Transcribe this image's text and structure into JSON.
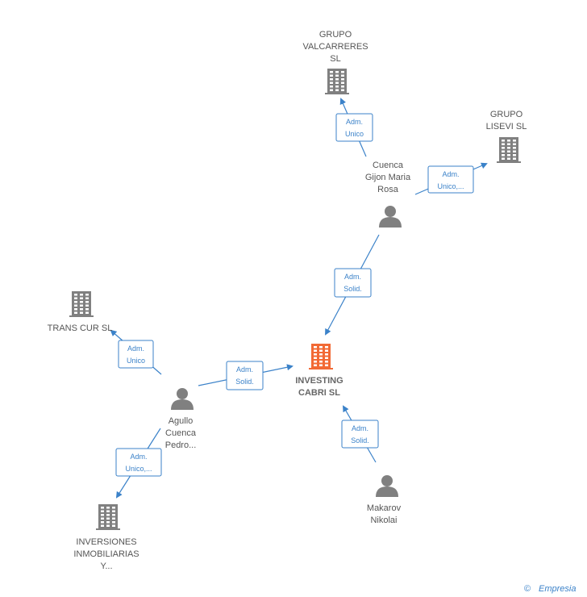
{
  "colors": {
    "company": "#808080",
    "main_company": "#f26a35",
    "person": "#808080",
    "edge": "#3b82c9"
  },
  "nodes": [
    {
      "id": "grupo-valcarreres",
      "type": "company",
      "label": [
        "GRUPO",
        "VALCARRERES",
        "SL"
      ]
    },
    {
      "id": "grupo-lisevi",
      "type": "company",
      "label": [
        "GRUPO",
        "LISEVI SL"
      ]
    },
    {
      "id": "cuenca-gijon",
      "type": "person",
      "label": [
        "Cuenca",
        "Gijon Maria",
        "Rosa"
      ]
    },
    {
      "id": "trans-cur",
      "type": "company",
      "label": [
        "TRANS CUR SL"
      ]
    },
    {
      "id": "investing-cabri",
      "type": "main",
      "label": [
        "INVESTING",
        "CABRI  SL"
      ]
    },
    {
      "id": "agullo",
      "type": "person",
      "label": [
        "Agullo",
        "Cuenca",
        "Pedro..."
      ]
    },
    {
      "id": "makarov",
      "type": "person",
      "label": [
        "Makarov",
        "Nikolai"
      ]
    },
    {
      "id": "inversiones",
      "type": "company",
      "label": [
        "INVERSIONES",
        "INMOBILIARIAS",
        "Y..."
      ]
    }
  ],
  "edges": [
    {
      "id": "e1",
      "label": [
        "Adm.",
        "Unico"
      ]
    },
    {
      "id": "e2",
      "label": [
        "Adm.",
        "Unico,..."
      ]
    },
    {
      "id": "e3",
      "label": [
        "Adm.",
        "Solid."
      ]
    },
    {
      "id": "e4",
      "label": [
        "Adm.",
        "Unico"
      ]
    },
    {
      "id": "e5",
      "label": [
        "Adm.",
        "Solid."
      ]
    },
    {
      "id": "e6",
      "label": [
        "Adm.",
        "Solid."
      ]
    },
    {
      "id": "e7",
      "label": [
        "Adm.",
        "Unico,..."
      ]
    }
  ],
  "footer": {
    "copyright": "©",
    "brand": "Empresia"
  }
}
